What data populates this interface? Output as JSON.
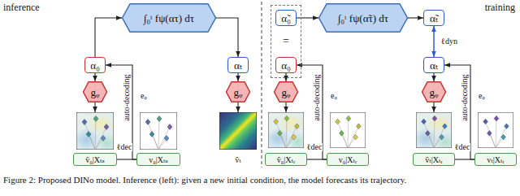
{
  "diagram": {
    "caption": "Figure 2: Proposed DINo model. Inference (left): given a new initial condition, the model forecasts its trajectory.",
    "nodes": [
      {
        "text": [
          "∫₀ᵗ fψ(ατ) dτ"
        ]
      },
      {
        "text": [
          "α₀"
        ]
      },
      {
        "text": [
          "αₜ"
        ]
      },
      {
        "text": [
          "gᵩ"
        ]
      },
      {
        "text": [
          "gᵩ"
        ]
      },
      {
        "text": [
          "ṽ₀|Xₜₛ"
        ]
      },
      {
        "text": [
          "v₀|Xₜₛ"
        ]
      },
      {
        "text": [
          "ṽₜ"
        ]
      },
      {
        "text": [
          "="
        ]
      },
      {
        "text": [
          "α̃₀"
        ],
        "in": 8
      },
      {
        "text": [
          "α₀"
        ],
        "in": 8
      },
      {
        "text": [
          "∫₀ᵗ fψ(α̃τ) dτ"
        ]
      },
      {
        "text": [
          "α̃ₜ"
        ]
      },
      {
        "text": [
          "αₜ"
        ]
      },
      {
        "text": [
          "gᵩ"
        ]
      },
      {
        "text": [
          "gᵩ"
        ]
      },
      {
        "text": [
          "ṽ₀|Xₜᵣ"
        ]
      },
      {
        "text": [
          "v₀|Xₜᵣ"
        ]
      },
      {
        "text": [
          "ṽₜ|Xₜᵣ"
        ]
      },
      {
        "text": [
          "vₜ|Xₜᵣ"
        ]
      }
    ],
    "edges": [
      {
        "from": 1,
        "to": 0,
        "arrow": "to"
      },
      {
        "from": 0,
        "to": 2,
        "arrow": "to"
      },
      {
        "from": 1,
        "to": 3,
        "arrow": "to"
      },
      {
        "from": 2,
        "to": 4,
        "arrow": "to"
      },
      {
        "from": 3,
        "to": 5,
        "arrow": "to"
      },
      {
        "from": 4,
        "to": 7,
        "arrow": "to"
      },
      {
        "from": 5,
        "to": 6,
        "arrow": "none",
        "label": "ℓdec"
      },
      {
        "from": 6,
        "to": 1,
        "arrow": "to",
        "label": "eᵩ"
      },
      {
        "from": 9,
        "to": 11,
        "arrow": "to"
      },
      {
        "from": 11,
        "to": 12,
        "arrow": "to"
      },
      {
        "from": 12,
        "to": 13,
        "arrow": "both",
        "label": "ℓdyn"
      },
      {
        "from": 10,
        "to": 14,
        "arrow": "to"
      },
      {
        "from": 13,
        "to": 15,
        "arrow": "to"
      },
      {
        "from": 14,
        "to": 16,
        "arrow": "to"
      },
      {
        "from": 15,
        "to": 18,
        "arrow": "to"
      },
      {
        "from": 16,
        "to": 17,
        "arrow": "none",
        "label": "ℓdec"
      },
      {
        "from": 18,
        "to": 19,
        "arrow": "none",
        "label": "ℓdec"
      },
      {
        "from": 17,
        "to": 10,
        "arrow": "to",
        "label": "eᵩ"
      },
      {
        "from": 19,
        "to": 13,
        "arrow": "to",
        "label": "eᵩ"
      }
    ],
    "labels": [
      "inference",
      "training",
      "auto-decoding",
      "auto-decoding",
      "auto-decoding"
    ]
  }
}
